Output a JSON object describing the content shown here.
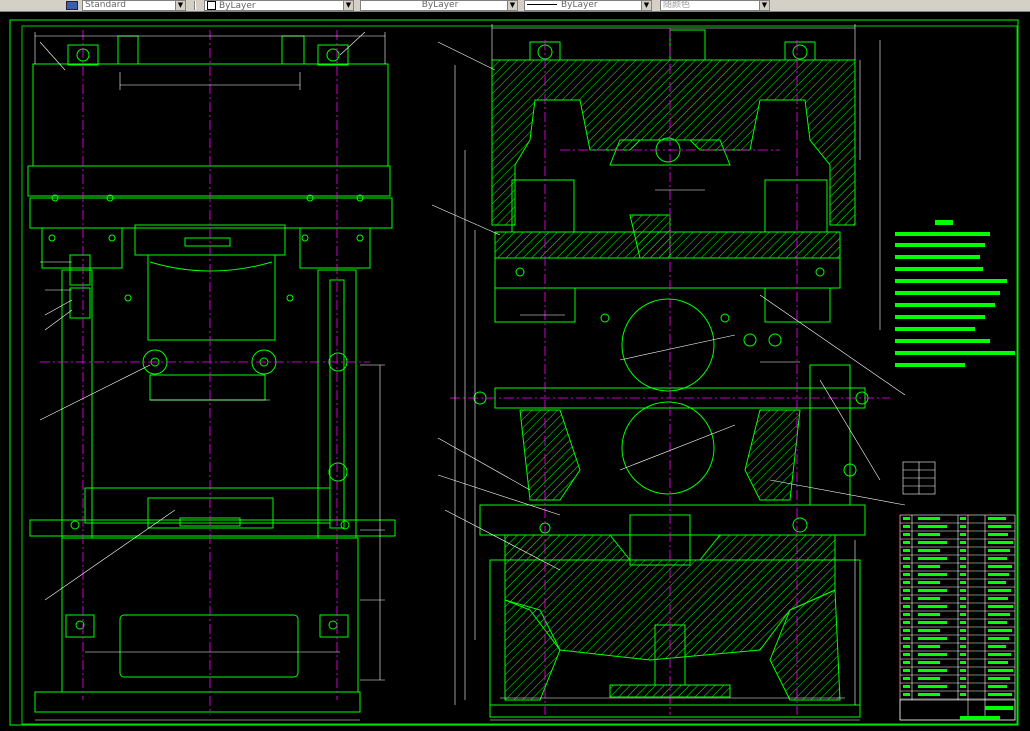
{
  "toolbar": {
    "text_style": "Standard",
    "layer": "ByLayer",
    "linetype": "ByLayer",
    "lineweight": "ByLayer",
    "plot_style": "随颜色"
  },
  "colors": {
    "background": "#000000",
    "outline": "#00ff00",
    "centerline": "#ff00ff",
    "dimension": "#ffffff",
    "hatch": "#00ff00",
    "text": "#00ff00"
  }
}
